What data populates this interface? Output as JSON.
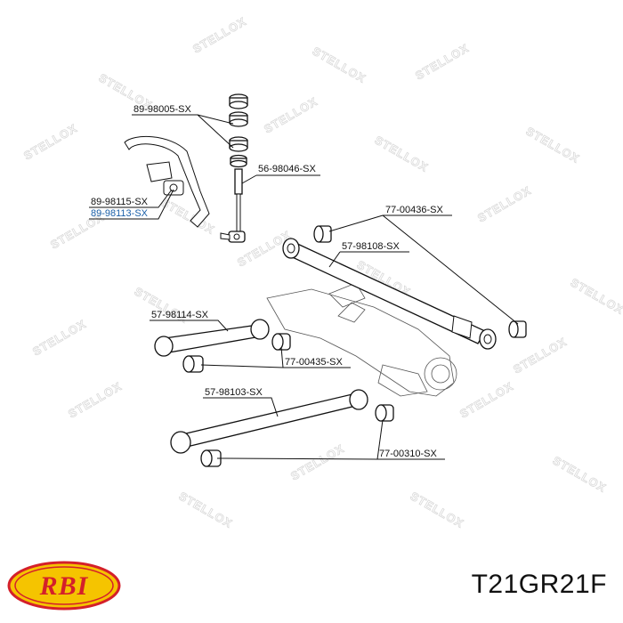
{
  "watermark": "STELLOX",
  "part_number": "T21GR21F",
  "brand": "RBI",
  "labels": [
    {
      "id": "l1",
      "text": "89-98005-SX"
    },
    {
      "id": "l2",
      "text": "56-98046-SX"
    },
    {
      "id": "l3",
      "text": "89-98115-SX"
    },
    {
      "id": "l4",
      "text": "89-98113-SX"
    },
    {
      "id": "l5",
      "text": "77-00436-SX"
    },
    {
      "id": "l6",
      "text": "57-98108-SX"
    },
    {
      "id": "l7",
      "text": "57-98114-SX"
    },
    {
      "id": "l8",
      "text": "77-00435-SX"
    },
    {
      "id": "l9",
      "text": "57-98103-SX"
    },
    {
      "id": "l10",
      "text": "77-00310-SX"
    }
  ],
  "colors": {
    "highlight_label": "#1a5fa8",
    "logo_red": "#d4202a",
    "logo_yellow": "#f5c400"
  }
}
